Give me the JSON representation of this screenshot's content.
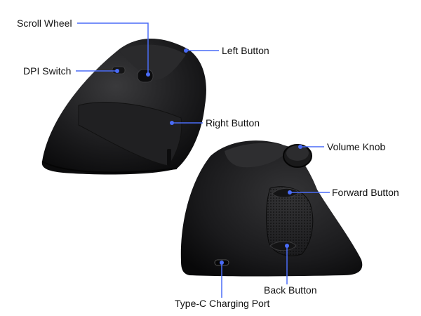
{
  "accent_color": "#4a6cf7",
  "callouts": {
    "scroll_wheel": "Scroll Wheel",
    "dpi_switch": "DPI Switch",
    "left_button": "Left Button",
    "right_button": "Right Button",
    "volume_knob": "Volume Knob",
    "forward_button": "Forward Button",
    "back_button": "Back Button",
    "charging_port": "Type-C Charging Port"
  }
}
